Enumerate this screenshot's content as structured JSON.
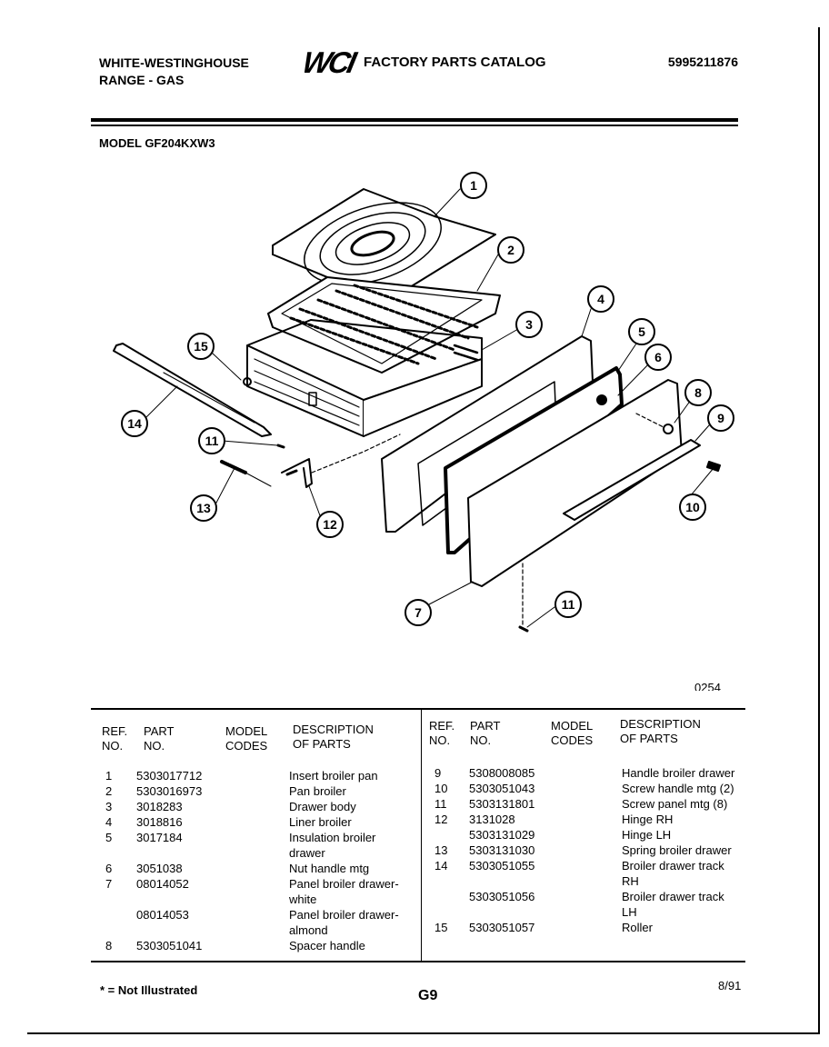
{
  "header": {
    "brand_line1": "WHITE-WESTINGHOUSE",
    "brand_line2": "RANGE - GAS",
    "logo_text": "WCI",
    "catalog_title": "FACTORY PARTS CATALOG",
    "catalog_number": "5995211876",
    "model": "MODEL GF204KXW3"
  },
  "diagram": {
    "callouts": [
      "1",
      "2",
      "3",
      "4",
      "5",
      "6",
      "7",
      "8",
      "9",
      "10",
      "11",
      "12",
      "13",
      "14",
      "15",
      "11"
    ],
    "code": "0254"
  },
  "table": {
    "headers": {
      "ref_l1": "REF.",
      "ref_l2": "NO.",
      "part_l1": "PART",
      "part_l2": "NO.",
      "model_l1": "MODEL",
      "model_l2": "CODES",
      "desc_l1": "DESCRIPTION",
      "desc_l2": "OF PARTS"
    },
    "left": [
      {
        "ref": "1",
        "part": "5303017712",
        "desc": "Insert broiler pan"
      },
      {
        "ref": "2",
        "part": "5303016973",
        "desc": "Pan broiler"
      },
      {
        "ref": "3",
        "part": "3018283",
        "desc": "Drawer body"
      },
      {
        "ref": "4",
        "part": "3018816",
        "desc": "Liner broiler"
      },
      {
        "ref": "5",
        "part": "3017184",
        "desc": "Insulation broiler"
      },
      {
        "ref": "",
        "part": "",
        "desc": "drawer"
      },
      {
        "ref": "6",
        "part": "3051038",
        "desc": "Nut handle mtg"
      },
      {
        "ref": "7",
        "part": "08014052",
        "desc": "Panel broiler drawer-"
      },
      {
        "ref": "",
        "part": "",
        "desc": "white"
      },
      {
        "ref": "",
        "part": "08014053",
        "desc": "Panel broiler drawer-"
      },
      {
        "ref": "",
        "part": "",
        "desc": "almond"
      },
      {
        "ref": "8",
        "part": "5303051041",
        "desc": "Spacer handle"
      }
    ],
    "right": [
      {
        "ref": "9",
        "part": "5308008085",
        "desc": "Handle broiler drawer"
      },
      {
        "ref": "10",
        "part": "5303051043",
        "desc": "Screw handle mtg (2)"
      },
      {
        "ref": "11",
        "part": "5303131801",
        "desc": "Screw panel mtg (8)"
      },
      {
        "ref": "12",
        "part": "3131028",
        "desc": "Hinge RH"
      },
      {
        "ref": "",
        "part": "5303131029",
        "desc": "Hinge LH"
      },
      {
        "ref": "13",
        "part": "5303131030",
        "desc": "Spring broiler drawer"
      },
      {
        "ref": "14",
        "part": "5303051055",
        "desc": "Broiler drawer track"
      },
      {
        "ref": "",
        "part": "",
        "desc": "RH"
      },
      {
        "ref": "",
        "part": "5303051056",
        "desc": "Broiler drawer track"
      },
      {
        "ref": "",
        "part": "",
        "desc": "LH"
      },
      {
        "ref": "15",
        "part": "5303051057",
        "desc": "Roller"
      }
    ]
  },
  "footer": {
    "note": "* = Not Illustrated",
    "page": "G9",
    "date": "8/91"
  }
}
